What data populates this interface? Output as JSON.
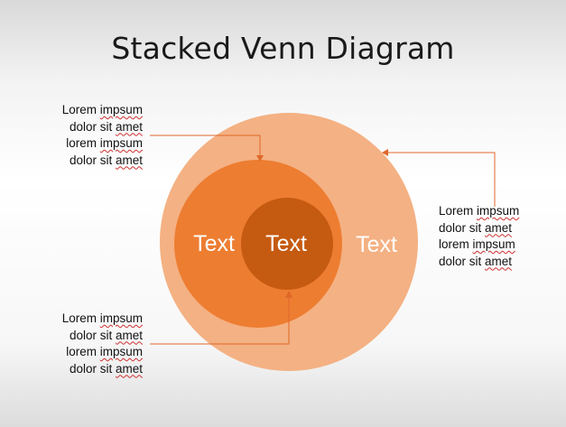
{
  "title": "Stacked Venn Diagram",
  "colors": {
    "outer_circle": "#f4b183",
    "middle_circle": "#ed7d31",
    "inner_circle": "#c55a11",
    "connector": "#e0672a"
  },
  "circles": {
    "outer_label": "Text",
    "middle_label": "Text",
    "inner_label": "Text"
  },
  "callouts": {
    "top_left": [
      {
        "pre": "Lorem ",
        "sq": "impsum",
        "post": ""
      },
      {
        "pre": "dolor sit ",
        "sq": "amet",
        "post": ""
      },
      {
        "pre": "lorem ",
        "sq": "impsum",
        "post": ""
      },
      {
        "pre": "dolor sit ",
        "sq": "amet",
        "post": ""
      }
    ],
    "right": [
      {
        "pre": "Lorem ",
        "sq": "impsum",
        "post": ""
      },
      {
        "pre": "dolor sit ",
        "sq": "amet",
        "post": ""
      },
      {
        "pre": "lorem ",
        "sq": "impsum",
        "post": ""
      },
      {
        "pre": "dolor sit ",
        "sq": "amet",
        "post": ""
      }
    ],
    "bottom_left": [
      {
        "pre": "Lorem ",
        "sq": "impsum",
        "post": ""
      },
      {
        "pre": "dolor sit ",
        "sq": "amet",
        "post": ""
      },
      {
        "pre": "lorem ",
        "sq": "impsum",
        "post": ""
      },
      {
        "pre": "dolor sit ",
        "sq": "amet",
        "post": ""
      }
    ]
  }
}
